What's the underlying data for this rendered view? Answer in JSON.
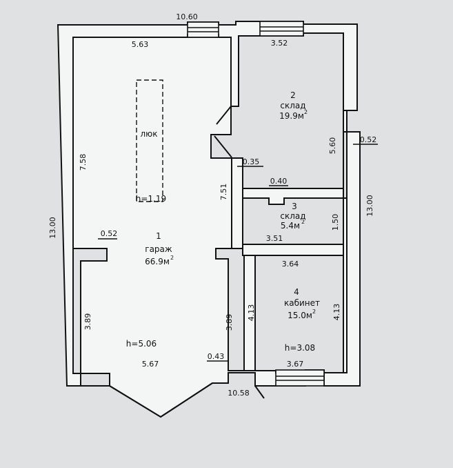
{
  "rooms": [
    {
      "number": "1",
      "name": "гараж",
      "area": "66.9м",
      "area_sup": "2",
      "height": "h=5.06"
    },
    {
      "number": "2",
      "name": "склад",
      "area": "19.9м",
      "area_sup": "2"
    },
    {
      "number": "3",
      "name": "склад",
      "area": "5.4м",
      "area_sup": "2"
    },
    {
      "number": "4",
      "name": "кабинет",
      "area": "15.0м",
      "area_sup": "2",
      "height": "h=3.08"
    }
  ],
  "hatch": {
    "label": "люк",
    "height": "h=1.19"
  },
  "dimensions": {
    "top_overall": "10.60",
    "bottom_overall": "10.58",
    "left_overall": "13.00",
    "right_overall": "13.00",
    "garage_top": "5.63",
    "garage_left_upper": "7.58",
    "garage_left_pier": "0.52",
    "garage_left_lower": "3.89",
    "garage_bottom": "5.67",
    "partition_upper": "7.51",
    "partition_lower": "3.89",
    "partition_pier": "0.43",
    "store2_top": "3.52",
    "store2_right": "5.60",
    "right_pier": "0.52",
    "corridor_pier": "0.35",
    "store3_step": "0.40",
    "store3_right": "1.50",
    "store3_bottom": "3.51",
    "office_top": "3.64",
    "office_left": "4.13",
    "office_right": "4.13",
    "office_bottom": "3.67"
  }
}
